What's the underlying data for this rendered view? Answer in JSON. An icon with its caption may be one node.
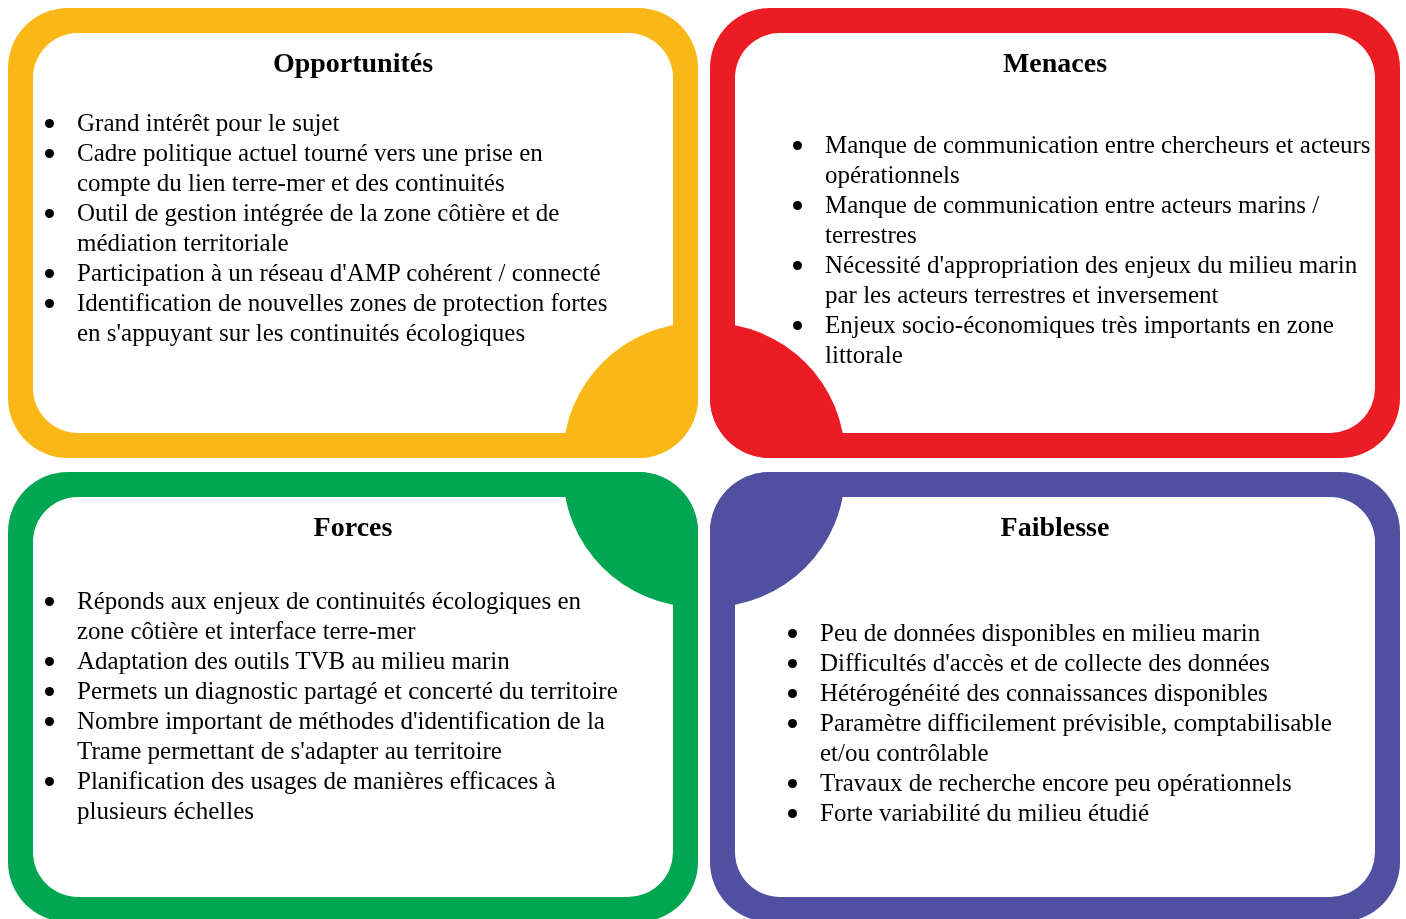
{
  "diagram": {
    "nodes": [
      {
        "text": [
          "Opportunités",
          "Grand intérêt pour le sujet",
          "Cadre politique actuel tourné vers une prise en compte du lien terre-mer et des continuités",
          "Outil de gestion intégrée de la zone côtière et de médiation territoriale",
          "Participation à un réseau d'AMP cohérent / connecté",
          "Identification de nouvelles zones de protection fortes en s'appuyant sur les continuités écologiques"
        ]
      },
      {
        "text": [
          "Menaces",
          "Manque de communication entre chercheurs et acteurs opérationnels",
          "Manque de communication entre acteurs marins / terrestres",
          "Nécessité d'appropriation des enjeux du milieu marin par les acteurs terrestres et inversement",
          "Enjeux socio-économiques très importants en zone littorale"
        ]
      },
      {
        "text": [
          "Forces",
          "Réponds aux enjeux de continuités écologiques en zone côtière et interface terre-mer",
          "Adaptation des outils TVB au milieu marin",
          "Permets un diagnostic partagé et concerté du territoire",
          "Nombre important de méthodes d'identification de la Trame permettant de s'adapter au territoire",
          "Planification des usages de manières efficaces à plusieurs échelles"
        ]
      },
      {
        "text": [
          "Faiblesse",
          "Peu de données disponibles en milieu marin",
          "Difficultés d'accès et de collecte des données",
          "Hétérogénéité des connaissances disponibles",
          "Paramètre difficilement prévisible, comptabilisable et/ou contrôlable",
          "Travaux de recherche encore peu opérationnels",
          "Forte variabilité du milieu étudié"
        ]
      }
    ]
  }
}
